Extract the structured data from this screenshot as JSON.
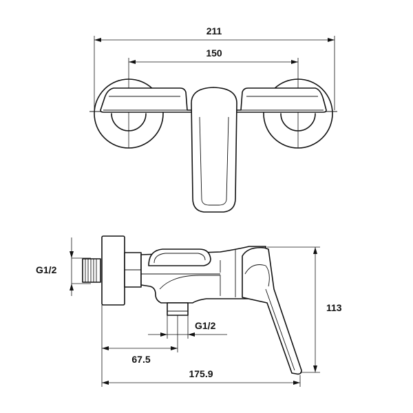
{
  "dimensions": {
    "overall_width": "211",
    "center_distance": "150",
    "inlet_thread": "G1/2",
    "outlet_thread": "G1/2",
    "outlet_offset": "67.5",
    "overall_depth": "175.9",
    "height": "113"
  },
  "views": [
    "top-view",
    "side-view"
  ],
  "line_color": "#111111"
}
